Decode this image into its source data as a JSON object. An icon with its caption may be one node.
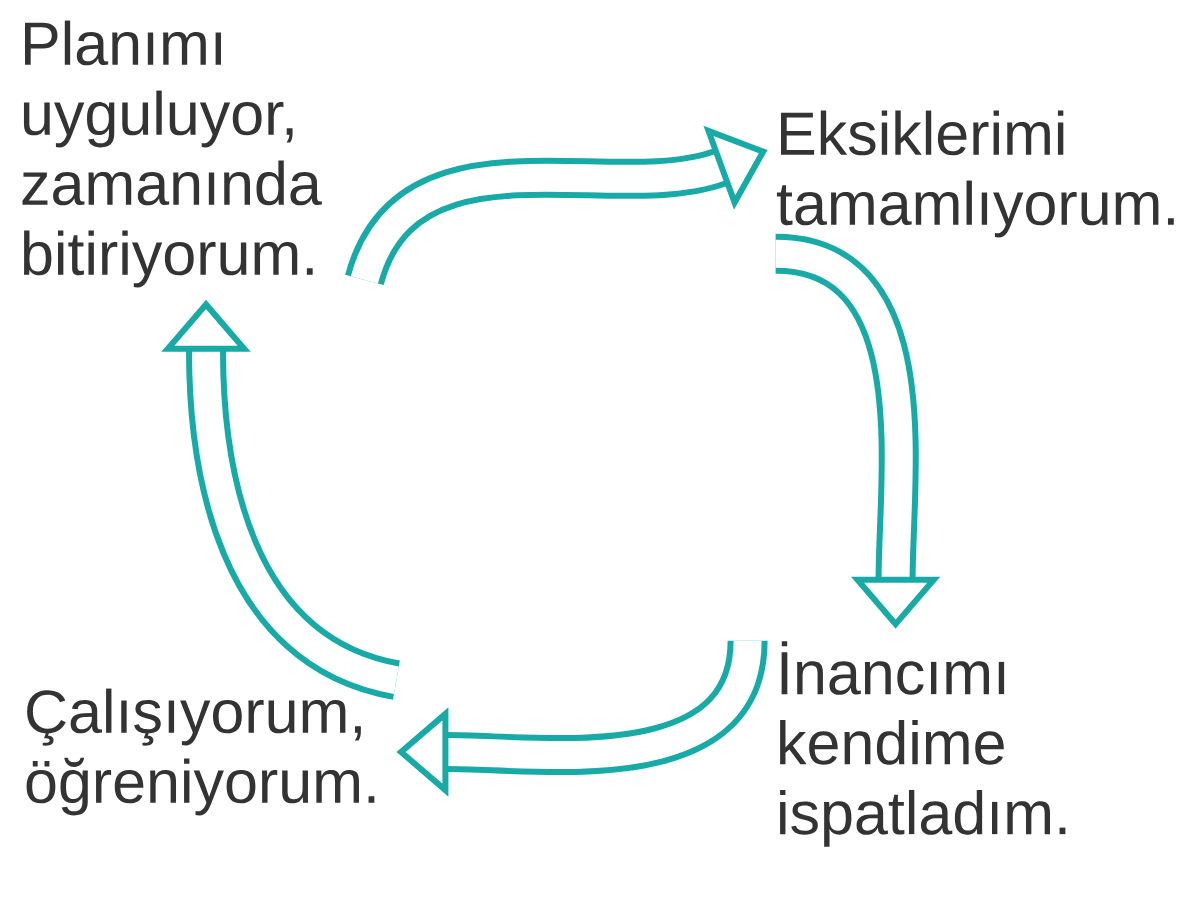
{
  "diagram": {
    "nodes": [
      {
        "text": [
          "Planımı uyguluyor, zamanında bitiriyorum."
        ]
      },
      {
        "text": [
          "Eksiklerimi tamamlıyorum."
        ]
      },
      {
        "text": [
          "İnancımı kendime ispatladım."
        ]
      },
      {
        "text": [
          "Çalışıyorum, öğreniyorum."
        ]
      }
    ],
    "edges": [
      {
        "from": 0,
        "to": 1,
        "arrow": "to"
      },
      {
        "from": 1,
        "to": 2,
        "arrow": "to"
      },
      {
        "from": 2,
        "to": 3,
        "arrow": "to"
      },
      {
        "from": 3,
        "to": 0,
        "arrow": "to"
      }
    ]
  }
}
